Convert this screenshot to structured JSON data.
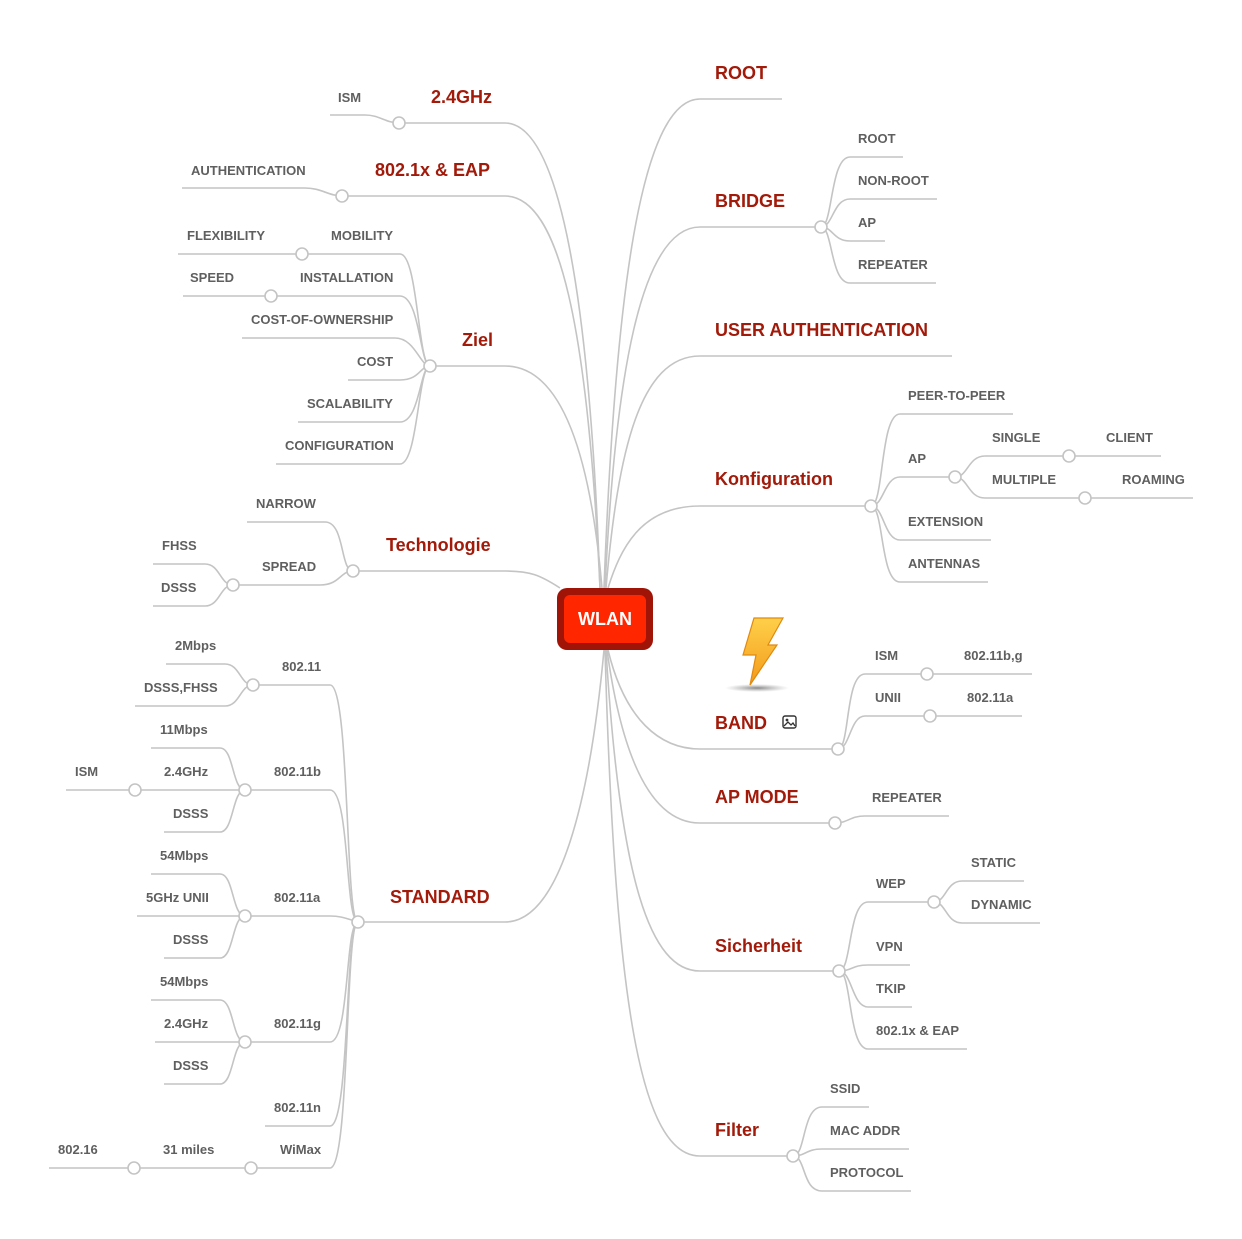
{
  "root": {
    "label": "WLAN",
    "colors": {
      "outer": "#a01408",
      "inner": "#ff2600",
      "text": "#ffffff"
    }
  },
  "colors": {
    "topic": "#a11a0a",
    "subtopic": "#5f5f5f",
    "line": "#c4c4c4"
  },
  "left": {
    "ghz": {
      "label": "2.4GHz",
      "children": [
        "ISM"
      ]
    },
    "eap": {
      "label": "802.1x & EAP",
      "children": [
        "AUTHENTICATION"
      ]
    },
    "ziel": {
      "label": "Ziel",
      "children": [
        {
          "label": "MOBILITY",
          "children": [
            "FLEXIBILITY"
          ]
        },
        {
          "label": "INSTALLATION",
          "children": [
            "SPEED"
          ]
        },
        {
          "label": "COST-OF-OWNERSHIP"
        },
        {
          "label": "COST"
        },
        {
          "label": "SCALABILITY"
        },
        {
          "label": "CONFIGURATION"
        }
      ]
    },
    "tech": {
      "label": "Technologie",
      "children": [
        {
          "label": "NARROW"
        },
        {
          "label": "SPREAD",
          "children": [
            "FHSS",
            "DSSS"
          ]
        }
      ]
    },
    "standard": {
      "label": "STANDARD",
      "children": [
        {
          "label": "802.11",
          "children": [
            "2Mbps",
            "DSSS,FHSS"
          ]
        },
        {
          "label": "802.11b",
          "children": [
            "11Mbps",
            {
              "label": "2.4GHz",
              "child": "ISM"
            },
            "DSSS"
          ]
        },
        {
          "label": "802.11a",
          "children": [
            "54Mbps",
            "5GHz UNII",
            "DSSS"
          ]
        },
        {
          "label": "802.11g",
          "children": [
            "54Mbps",
            "2.4GHz",
            "DSSS"
          ]
        },
        {
          "label": "802.11n"
        },
        {
          "label": "WiMax",
          "children": [
            {
              "label": "31 miles",
              "child": "802.16"
            }
          ]
        }
      ]
    }
  },
  "right": {
    "root": {
      "label": "ROOT"
    },
    "bridge": {
      "label": "BRIDGE",
      "children": [
        "ROOT",
        "NON-ROOT",
        "AP",
        "REPEATER"
      ]
    },
    "userauth": {
      "label": "USER AUTHENTICATION"
    },
    "konfig": {
      "label": "Konfiguration",
      "children": [
        {
          "label": "PEER-TO-PEER"
        },
        {
          "label": "AP",
          "children": [
            {
              "label": "SINGLE",
              "child": "CLIENT"
            },
            {
              "label": "MULTIPLE",
              "child": "ROAMING"
            }
          ]
        },
        {
          "label": "EXTENSION"
        },
        {
          "label": "ANTENNAS"
        }
      ]
    },
    "band": {
      "label": "BAND",
      "icon": "lightning-bolt-icon",
      "attachment_icon": "image-icon",
      "children": [
        {
          "label": "ISM",
          "child": "802.11b,g"
        },
        {
          "label": "UNII",
          "child": "802.11a"
        }
      ]
    },
    "apmode": {
      "label": "AP MODE",
      "children": [
        "REPEATER"
      ]
    },
    "sicherheit": {
      "label": "Sicherheit",
      "children": [
        {
          "label": "WEP",
          "children": [
            "STATIC",
            "DYNAMIC"
          ]
        },
        {
          "label": "VPN"
        },
        {
          "label": "TKIP"
        },
        {
          "label": "802.1x & EAP"
        }
      ]
    },
    "filter": {
      "label": "Filter",
      "children": [
        "SSID",
        "MAC ADDR",
        "PROTOCOL"
      ]
    }
  }
}
